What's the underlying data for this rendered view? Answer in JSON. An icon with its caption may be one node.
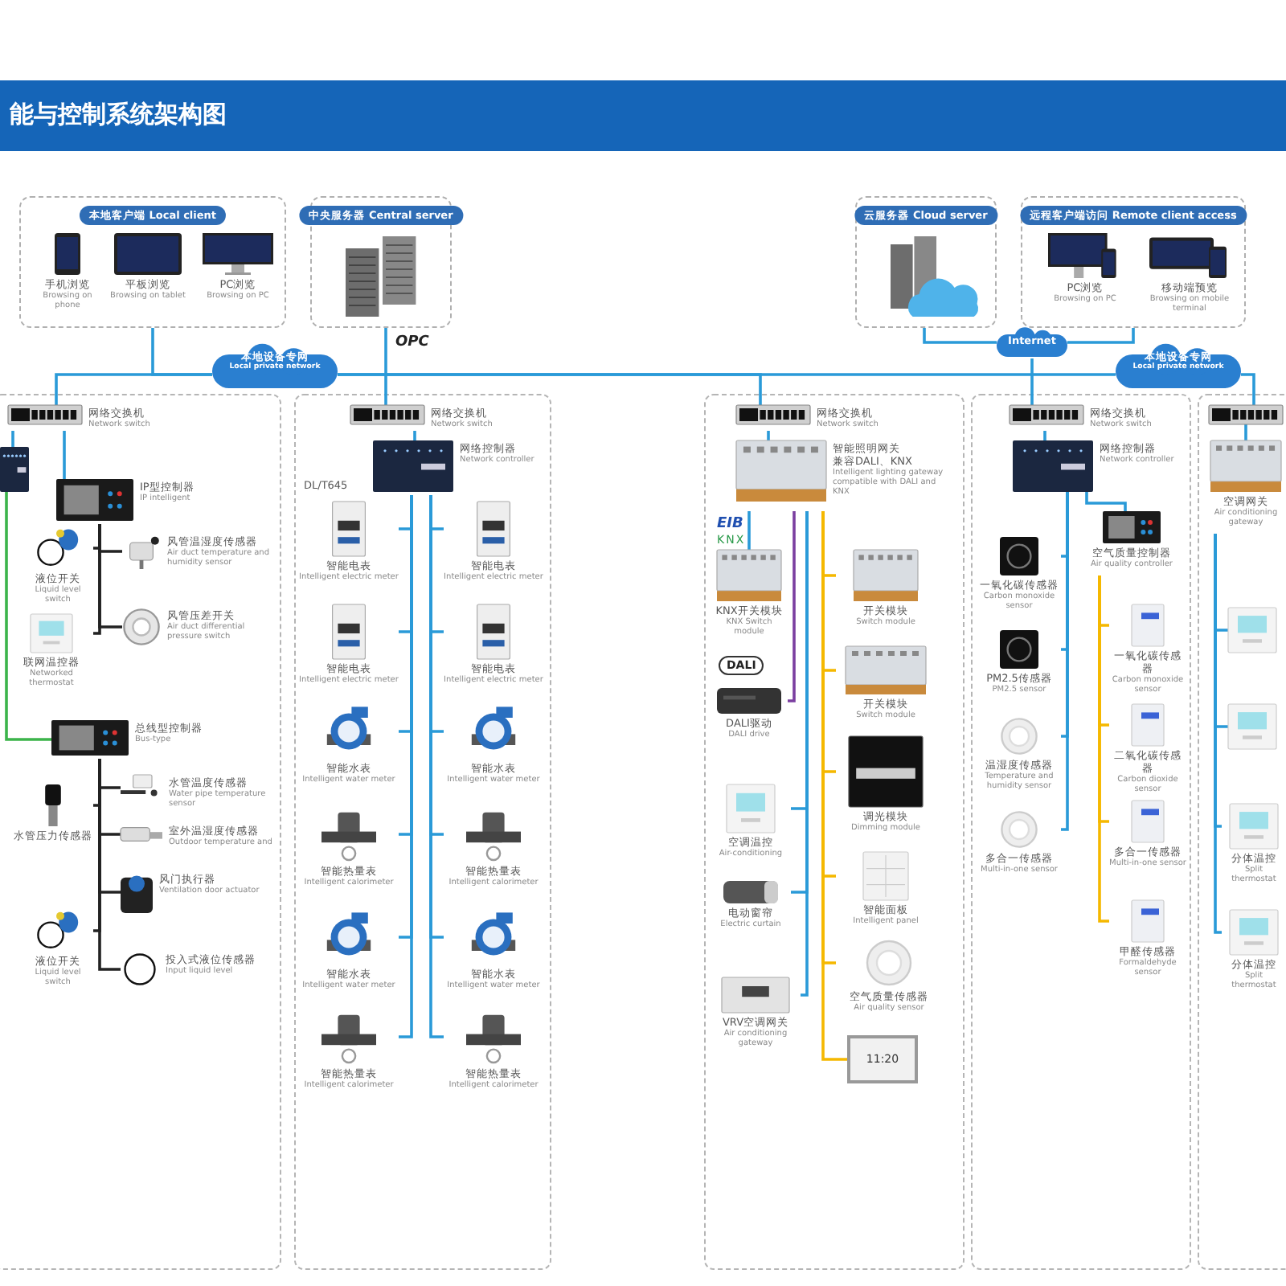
{
  "diagram": {
    "title": "能与控制系统架构图",
    "nodes": [
      {
        "text": [
          "本地客户端 Local client"
        ]
      },
      {
        "text": [
          "手机浏览",
          "Browsing on phone"
        ],
        "in": 0
      },
      {
        "text": [
          "平板浏览",
          "Browsing on tablet"
        ],
        "in": 0
      },
      {
        "text": [
          "PC浏览",
          "Browsing on PC"
        ],
        "in": 0
      },
      {
        "text": [
          "中央服务器 Central server"
        ]
      },
      {
        "text": [
          "本地设备专网",
          "Local private network"
        ]
      },
      {
        "text": [
          "云服务器 Cloud server"
        ]
      },
      {
        "text": [
          "远程客户端访问 Remote client access"
        ]
      },
      {
        "text": [
          "PC浏览",
          "Browsing on PC"
        ],
        "in": 7
      },
      {
        "text": [
          "移动端预览",
          "Browsing on mobile terminal"
        ],
        "in": 7
      },
      {
        "text": [
          "Internet"
        ]
      },
      {
        "text": [
          "本地设备专网",
          "Local private network"
        ]
      },
      {
        "text": [
          "网络交换机",
          "Network switch"
        ]
      },
      {
        "text": [],
        "shape": "picture"
      },
      {
        "text": [
          "IP型控制器",
          "IP intelligent"
        ]
      },
      {
        "text": [
          "液位开关",
          "Liquid level switch"
        ]
      },
      {
        "text": [
          "风管温湿度传感器",
          "Air duct temperature and humidity sensor"
        ]
      },
      {
        "text": [
          "风管压差开关",
          "Air duct differential pressure switch"
        ]
      },
      {
        "text": [
          "联网温控器",
          "Networked thermostat"
        ]
      },
      {
        "text": [
          "总线型控制器",
          "Bus-type"
        ]
      },
      {
        "text": [
          "水管温度传感器",
          "Water pipe temperature sensor"
        ]
      },
      {
        "text": [
          "水管压力传感器"
        ]
      },
      {
        "text": [
          "室外温湿度传感器",
          "Outdoor temperature and"
        ]
      },
      {
        "text": [
          "风门执行器",
          "Ventilation door actuator"
        ]
      },
      {
        "text": [
          "液位开关",
          "Liquid level switch"
        ]
      },
      {
        "text": [
          "投入式液位传感器",
          "Input liquid level"
        ]
      },
      {
        "text": [
          "网络交换机",
          "Network switch"
        ]
      },
      {
        "text": [
          "网络控制器",
          "Network controller"
        ]
      },
      {
        "text": [
          "智能电表",
          "Intelligent electric meter"
        ]
      },
      {
        "text": [
          "智能电表",
          "Intelligent electric meter"
        ]
      },
      {
        "text": [
          "智能电表",
          "Intelligent electric meter"
        ]
      },
      {
        "text": [
          "智能电表",
          "Intelligent electric meter"
        ]
      },
      {
        "text": [
          "智能水表",
          "Intelligent water meter"
        ]
      },
      {
        "text": [
          "智能水表",
          "Intelligent water meter"
        ]
      },
      {
        "text": [
          "智能热量表",
          "Intelligent calorimeter"
        ]
      },
      {
        "text": [
          "智能热量表",
          "Intelligent calorimeter"
        ]
      },
      {
        "text": [
          "智能水表",
          "Intelligent water meter"
        ]
      },
      {
        "text": [
          "智能水表",
          "Intelligent water meter"
        ]
      },
      {
        "text": [
          "智能热量表",
          "Intelligent calorimeter"
        ]
      },
      {
        "text": [
          "智能热量表",
          "Intelligent calorimeter"
        ]
      },
      {
        "text": [
          "网络交换机",
          "Network switch"
        ]
      },
      {
        "text": [
          "智能照明网关",
          "兼容DALI、KNX",
          "Intelligent lighting gateway compatible with DALI and KNX"
        ]
      },
      {
        "text": [
          "KNX开关模块",
          "KNX Switch module"
        ]
      },
      {
        "text": [
          "DALI驱动",
          "DALI drive"
        ]
      },
      {
        "text": [
          "空调温控",
          "Air-conditioning"
        ]
      },
      {
        "text": [
          "电动窗帘",
          "Electric curtain"
        ]
      },
      {
        "text": [
          "VRV空调网关",
          "Air conditioning gateway"
        ]
      },
      {
        "text": [
          "开关模块",
          "Switch module"
        ]
      },
      {
        "text": [
          "开关模块",
          "Switch module"
        ]
      },
      {
        "text": [
          "调光模块",
          "Dimming module"
        ]
      },
      {
        "text": [
          "智能面板",
          "Intelligent panel"
        ]
      },
      {
        "text": [
          "空气质量传感器",
          "Air quality sensor"
        ]
      },
      {
        "text": [
          "11:20"
        ]
      },
      {
        "text": [
          "网络交换机",
          "Network switch"
        ]
      },
      {
        "text": [
          "网络控制器",
          "Network controller"
        ]
      },
      {
        "text": [
          "一氧化碳传感器",
          "Carbon monoxide sensor"
        ]
      },
      {
        "text": [
          "PM2.5传感器",
          "PM2.5 sensor"
        ]
      },
      {
        "text": [
          "温湿度传感器",
          "Temperature and humidity sensor"
        ]
      },
      {
        "text": [
          "多合一传感器",
          "Multi-in-one sensor"
        ]
      },
      {
        "text": [
          "空气质量控制器",
          "Air quality controller"
        ]
      },
      {
        "text": [
          "一氧化碳传感器",
          "Carbon monoxide sensor"
        ]
      },
      {
        "text": [
          "二氧化碳传感器",
          "Carbon dioxide sensor"
        ]
      },
      {
        "text": [
          "多合一传感器",
          "Multi-in-one sensor"
        ]
      },
      {
        "text": [
          "甲醛传感器",
          "Formaldehyde sensor"
        ]
      },
      {
        "text": [],
        "shape": "picture"
      },
      {
        "text": [
          "空调网关",
          "Air conditioning gateway"
        ]
      },
      {
        "text": [],
        "shape": "picture"
      },
      {
        "text": [],
        "shape": "picture"
      },
      {
        "text": [
          "分体温控",
          "Split thermostat"
        ]
      },
      {
        "text": [
          "分体温控",
          "Split thermostat"
        ]
      }
    ],
    "edges": [
      {
        "from": 0,
        "to": 5,
        "arrow": "none"
      },
      {
        "from": 4,
        "to": 26,
        "arrow": "none"
      },
      {
        "from": 6,
        "to": 10,
        "arrow": "none"
      },
      {
        "from": 7,
        "to": 10,
        "arrow": "none"
      },
      {
        "from": 10,
        "to": 53,
        "arrow": "none"
      },
      {
        "from": 5,
        "to": 12,
        "arrow": "none"
      },
      {
        "from": 5,
        "to": 40,
        "arrow": "none"
      },
      {
        "from": 5,
        "to": 11,
        "arrow": "none"
      },
      {
        "from": 11,
        "to": 64,
        "arrow": "none"
      },
      {
        "from": 12,
        "to": 13,
        "arrow": "none"
      },
      {
        "from": 13,
        "to": 19,
        "arrow": "none",
        "color": "#3cb44b"
      },
      {
        "from": 12,
        "to": 14,
        "arrow": "none"
      },
      {
        "from": 14,
        "to": 15,
        "arrow": "none",
        "color": "#222222"
      },
      {
        "from": 14,
        "to": 16,
        "arrow": "none",
        "color": "#222222"
      },
      {
        "from": 14,
        "to": 17,
        "arrow": "none",
        "color": "#222222"
      },
      {
        "from": 14,
        "to": 18,
        "arrow": "none",
        "color": "#222222"
      },
      {
        "from": 19,
        "to": 20,
        "arrow": "none",
        "color": "#222222"
      },
      {
        "from": 19,
        "to": 21,
        "arrow": "none",
        "color": "#222222"
      },
      {
        "from": 19,
        "to": 22,
        "arrow": "none",
        "color": "#222222"
      },
      {
        "from": 19,
        "to": 23,
        "arrow": "none",
        "color": "#222222"
      },
      {
        "from": 19,
        "to": 24,
        "arrow": "none",
        "color": "#222222"
      },
      {
        "from": 19,
        "to": 25,
        "arrow": "none",
        "color": "#222222"
      },
      {
        "from": 26,
        "to": 27,
        "arrow": "none"
      },
      {
        "from": 27,
        "to": 28,
        "arrow": "none"
      },
      {
        "from": 27,
        "to": 30,
        "arrow": "none"
      },
      {
        "from": 27,
        "to": 32,
        "arrow": "none"
      },
      {
        "from": 27,
        "to": 34,
        "arrow": "none"
      },
      {
        "from": 27,
        "to": 36,
        "arrow": "none"
      },
      {
        "from": 27,
        "to": 38,
        "arrow": "none"
      },
      {
        "from": 27,
        "to": 29,
        "arrow": "none"
      },
      {
        "from": 27,
        "to": 31,
        "arrow": "none"
      },
      {
        "from": 27,
        "to": 33,
        "arrow": "none"
      },
      {
        "from": 27,
        "to": 35,
        "arrow": "none"
      },
      {
        "from": 27,
        "to": 37,
        "arrow": "none"
      },
      {
        "from": 27,
        "to": 39,
        "arrow": "none"
      },
      {
        "from": 40,
        "to": 41,
        "arrow": "none"
      },
      {
        "from": 41,
        "to": 42,
        "arrow": "none"
      },
      {
        "from": 41,
        "to": 43,
        "arrow": "none",
        "color": "#7b3fa0"
      },
      {
        "from": 41,
        "to": 44,
        "arrow": "none"
      },
      {
        "from": 41,
        "to": 45,
        "arrow": "none"
      },
      {
        "from": 41,
        "to": 46,
        "arrow": "none"
      },
      {
        "from": 41,
        "to": 47,
        "arrow": "none",
        "color": "#f5b800"
      },
      {
        "from": 41,
        "to": 48,
        "arrow": "none",
        "color": "#f5b800"
      },
      {
        "from": 41,
        "to": 49,
        "arrow": "none",
        "color": "#f5b800"
      },
      {
        "from": 41,
        "to": 50,
        "arrow": "none",
        "color": "#f5b800"
      },
      {
        "from": 41,
        "to": 51,
        "arrow": "none",
        "color": "#f5b800"
      },
      {
        "from": 41,
        "to": 52,
        "arrow": "none",
        "color": "#f5b800"
      },
      {
        "from": 53,
        "to": 54,
        "arrow": "none"
      },
      {
        "from": 54,
        "to": 55,
        "arrow": "none"
      },
      {
        "from": 54,
        "to": 56,
        "arrow": "none"
      },
      {
        "from": 54,
        "to": 57,
        "arrow": "none"
      },
      {
        "from": 54,
        "to": 58,
        "arrow": "none"
      },
      {
        "from": 54,
        "to": 59,
        "arrow": "none"
      },
      {
        "from": 59,
        "to": 60,
        "arrow": "none",
        "color": "#f5b800"
      },
      {
        "from": 59,
        "to": 61,
        "arrow": "none",
        "color": "#f5b800"
      },
      {
        "from": 59,
        "to": 62,
        "arrow": "none",
        "color": "#f5b800"
      },
      {
        "from": 59,
        "to": 63,
        "arrow": "none",
        "color": "#f5b800"
      },
      {
        "from": 64,
        "to": 65,
        "arrow": "none"
      },
      {
        "from": 65,
        "to": 66,
        "arrow": "none"
      },
      {
        "from": 65,
        "to": 67,
        "arrow": "none"
      },
      {
        "from": 65,
        "to": 68,
        "arrow": "none"
      },
      {
        "from": 65,
        "to": 69,
        "arrow": "none"
      }
    ],
    "labels": [
      "OPC",
      "DL/T645",
      "EIB",
      "KNX",
      "DALI"
    ]
  }
}
